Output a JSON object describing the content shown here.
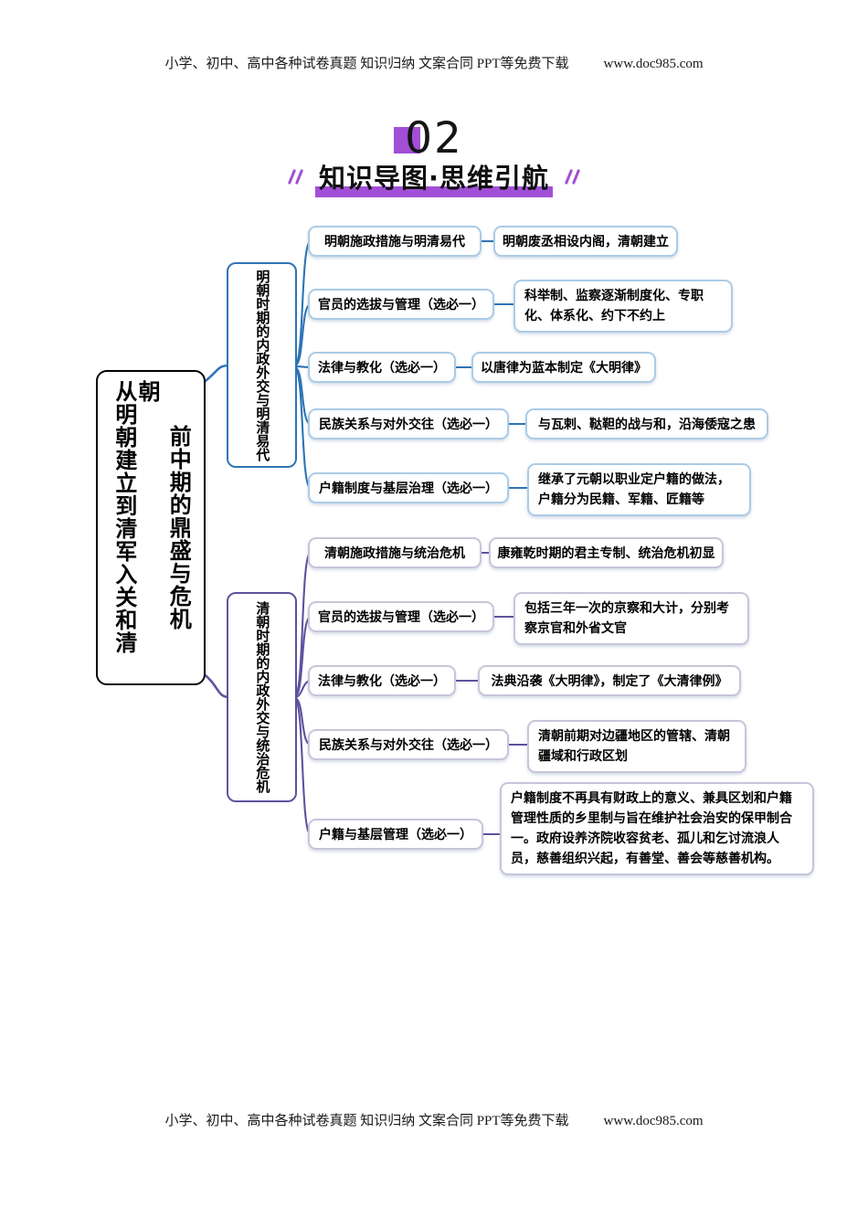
{
  "header": {
    "text": "小学、初中、高中各种试卷真题  知识归纳  文案合同  PPT等免费下载",
    "url": "www.doc985.com"
  },
  "footer": {
    "text": "小学、初中、高中各种试卷真题  知识归纳  文案合同  PPT等免费下载",
    "url": "www.doc985.com"
  },
  "section": {
    "number": "02",
    "title": "知识导图·思维引航"
  },
  "colors": {
    "accent_purple": "#a14fd6",
    "ming_blue": "#2e74b5",
    "qing_purple": "#5f519e"
  },
  "mindmap": {
    "root": {
      "part1": "从明朝建立到清军入关和清朝",
      "part2": "前中期的鼎盛与危机"
    },
    "branches": [
      {
        "label": "明朝时期的内政外交与明清易代",
        "topics": [
          {
            "label": "明朝施政措施与明清易代",
            "detail": "明朝废丞相设内阁，清朝建立"
          },
          {
            "label": "官员的选拔与管理（选必一）",
            "detail": "科举制、监察逐渐制度化、专职化、体系化、约下不约上"
          },
          {
            "label": "法律与教化（选必一）",
            "detail": "以唐律为蓝本制定《大明律》"
          },
          {
            "label": "民族关系与对外交往（选必一）",
            "detail": "与瓦剌、鞑靼的战与和，沿海倭寇之患"
          },
          {
            "label": "户籍制度与基层治理（选必一）",
            "detail": "继承了元朝以职业定户籍的做法，户籍分为民籍、军籍、匠籍等"
          }
        ]
      },
      {
        "label": "清朝时期的内政外交与统治危机",
        "topics": [
          {
            "label": "清朝施政措施与统治危机",
            "detail": "康雍乾时期的君主专制、统治危机初显"
          },
          {
            "label": "官员的选拔与管理（选必一）",
            "detail": "包括三年一次的京察和大计，分别考察京官和外省文官"
          },
          {
            "label": "法律与教化（选必一）",
            "detail": "法典沿袭《大明律》，制定了《大清律例》"
          },
          {
            "label": "民族关系与对外交往（选必一）",
            "detail": "清朝前期对边疆地区的管辖、清朝疆域和行政区划"
          },
          {
            "label": "户籍与基层管理（选必一）",
            "detail": "户籍制度不再具有财政上的意义、兼具区划和户籍管理性质的乡里制与旨在维护社会治安的保甲制合一。政府设养济院收容贫老、孤儿和乞讨流浪人员，慈善组织兴起，有善堂、善会等慈善机构。"
          }
        ]
      }
    ]
  }
}
